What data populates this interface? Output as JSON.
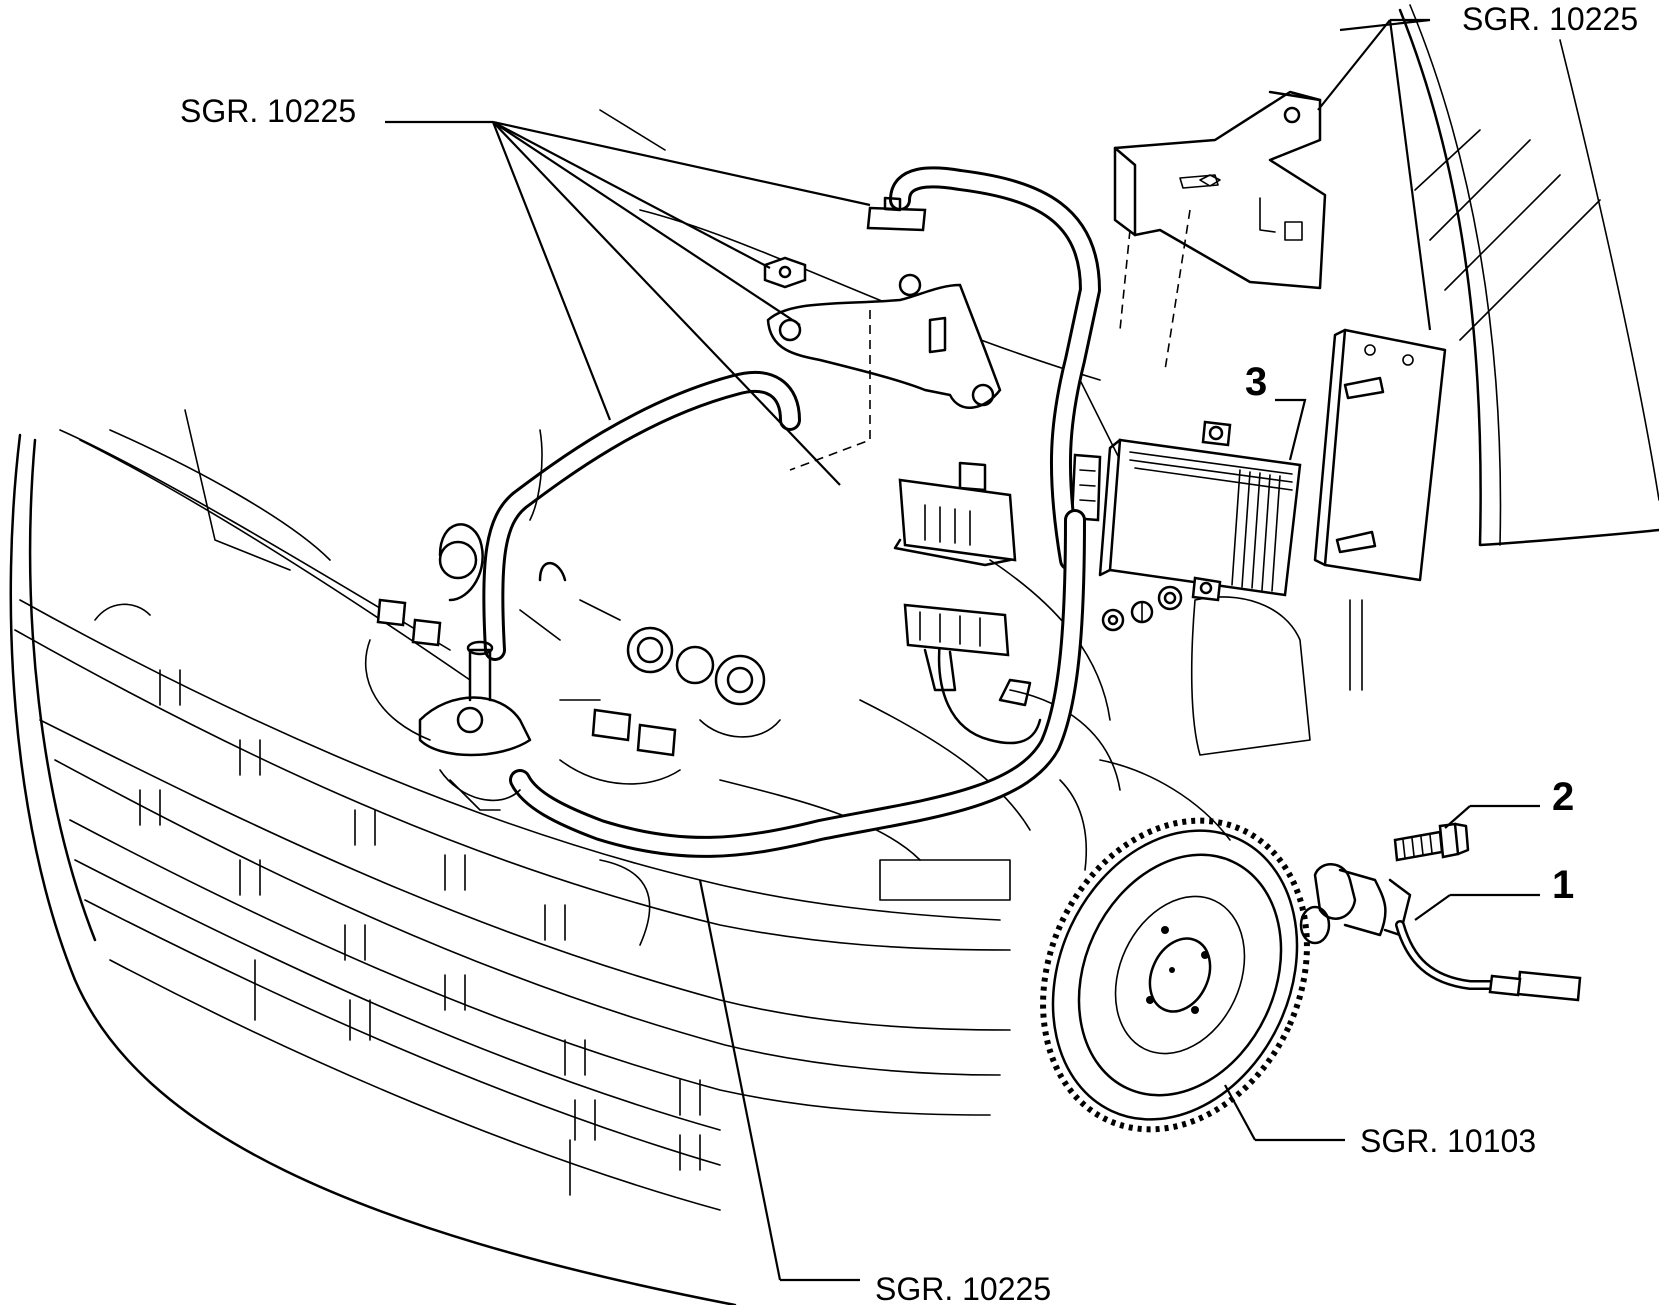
{
  "callouts": {
    "top_right": "SGR. 10225",
    "top_left": "SGR. 10225",
    "bottom": "SGR. 10225",
    "flywheel": "SGR. 10103"
  },
  "part_numbers": {
    "one": "1",
    "two": "2",
    "three": "3"
  }
}
